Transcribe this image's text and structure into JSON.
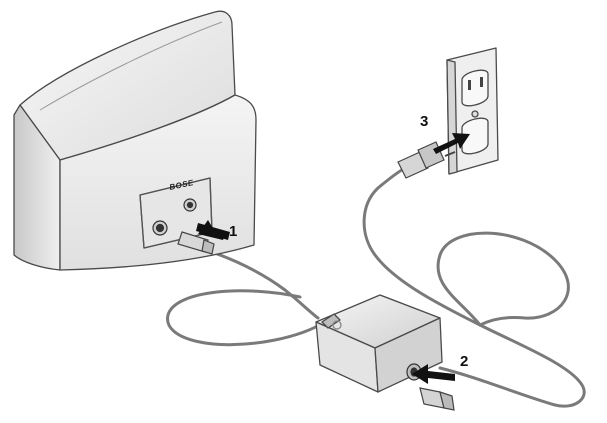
{
  "diagram": {
    "brand": "BOSE",
    "steps": [
      {
        "number": "1",
        "target": "speaker-power-jack"
      },
      {
        "number": "2",
        "target": "adapter-input-jack"
      },
      {
        "number": "3",
        "target": "wall-outlet"
      }
    ]
  },
  "colors": {
    "outline": "#4a4a4a",
    "body": "#f2f2f2",
    "shade": "#d9d9d9",
    "arrow": "#111111"
  },
  "icons": {
    "speaker": "speaker-dock-icon",
    "adapter": "power-adapter-icon",
    "outlet": "wall-outlet-icon",
    "plug": "ac-plug-icon"
  }
}
